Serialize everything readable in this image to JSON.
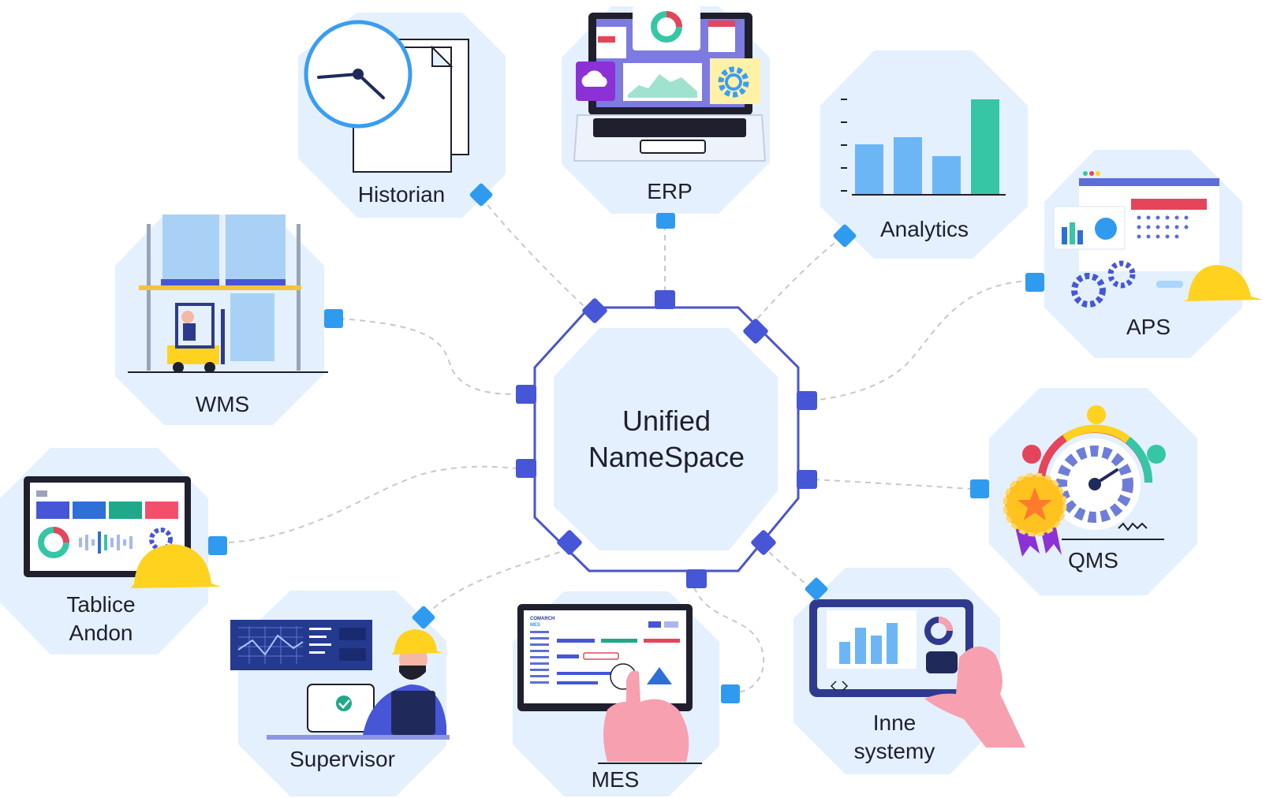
{
  "center": {
    "line1": "Unified",
    "line2": "NameSpace"
  },
  "nodes": {
    "historian": {
      "label": "Historian"
    },
    "erp": {
      "label": "ERP"
    },
    "analytics": {
      "label": "Analytics"
    },
    "aps": {
      "label": "APS"
    },
    "wms": {
      "label": "WMS"
    },
    "qms": {
      "label": "QMS"
    },
    "andon": {
      "line1": "Tablice",
      "line2": "Andon"
    },
    "supervisor": {
      "label": "Supervisor"
    },
    "mes": {
      "label": "MES",
      "screen_brand_1": "COMARCH",
      "screen_brand_2": "MES"
    },
    "inne": {
      "line1": "Inne",
      "line2": "systemy"
    }
  },
  "colors": {
    "octagon_fill": "#e4f0fd",
    "center_border": "#4a56c8",
    "port": "#4656d6",
    "connector": "#2f9bf0",
    "line": "#c8c8c8",
    "teal": "#36c6a6",
    "bar_blue": "#6db6f6",
    "helmet_yellow": "#ffd21f"
  }
}
